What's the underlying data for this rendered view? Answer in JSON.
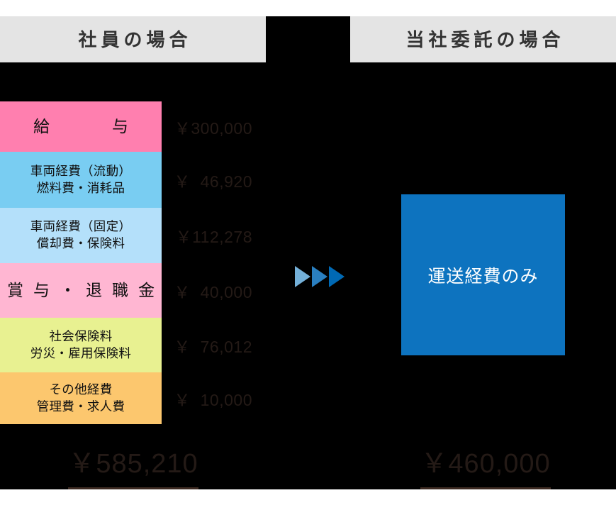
{
  "header": {
    "left_tab_label": "社員の場合",
    "right_tab_label": "当社委託の場合"
  },
  "cost_breakdown": {
    "rows": [
      {
        "line1": "給　　与",
        "line2": "",
        "amount": "￥300,000",
        "color": "#ff7faf",
        "height": 71
      },
      {
        "line1": "車両経費（流動）",
        "line2": "燃料費・消耗品",
        "amount": "￥  46,920",
        "color": "#79cdf2",
        "height": 79
      },
      {
        "line1": "車両経費（固定）",
        "line2": "償却費・保険料",
        "amount": "￥112,278",
        "color": "#b4e0fa",
        "height": 78
      },
      {
        "line1": "賞与・退職金",
        "line2": "",
        "amount": "￥  40,000",
        "color": "#ffb6d2",
        "height": 77
      },
      {
        "line1": "社会保険料",
        "line2": "労災・雇用保険料",
        "amount": "￥  76,012",
        "color": "#e8f191",
        "height": 77
      },
      {
        "line1": "その他経費",
        "line2": "管理費・求人費",
        "amount": "￥  10,000",
        "color": "#fcc76e",
        "height": 73
      }
    ]
  },
  "arrows": {
    "count": 3,
    "colors": [
      "#74b0d8",
      "#2a7fc0",
      "#0069b4"
    ],
    "icon": "triangle-right-icon"
  },
  "outsourced": {
    "label": "運送経費のみ",
    "color": "#0d73bf"
  },
  "totals": {
    "left_total": "￥585,210",
    "right_total": "￥460,000"
  }
}
